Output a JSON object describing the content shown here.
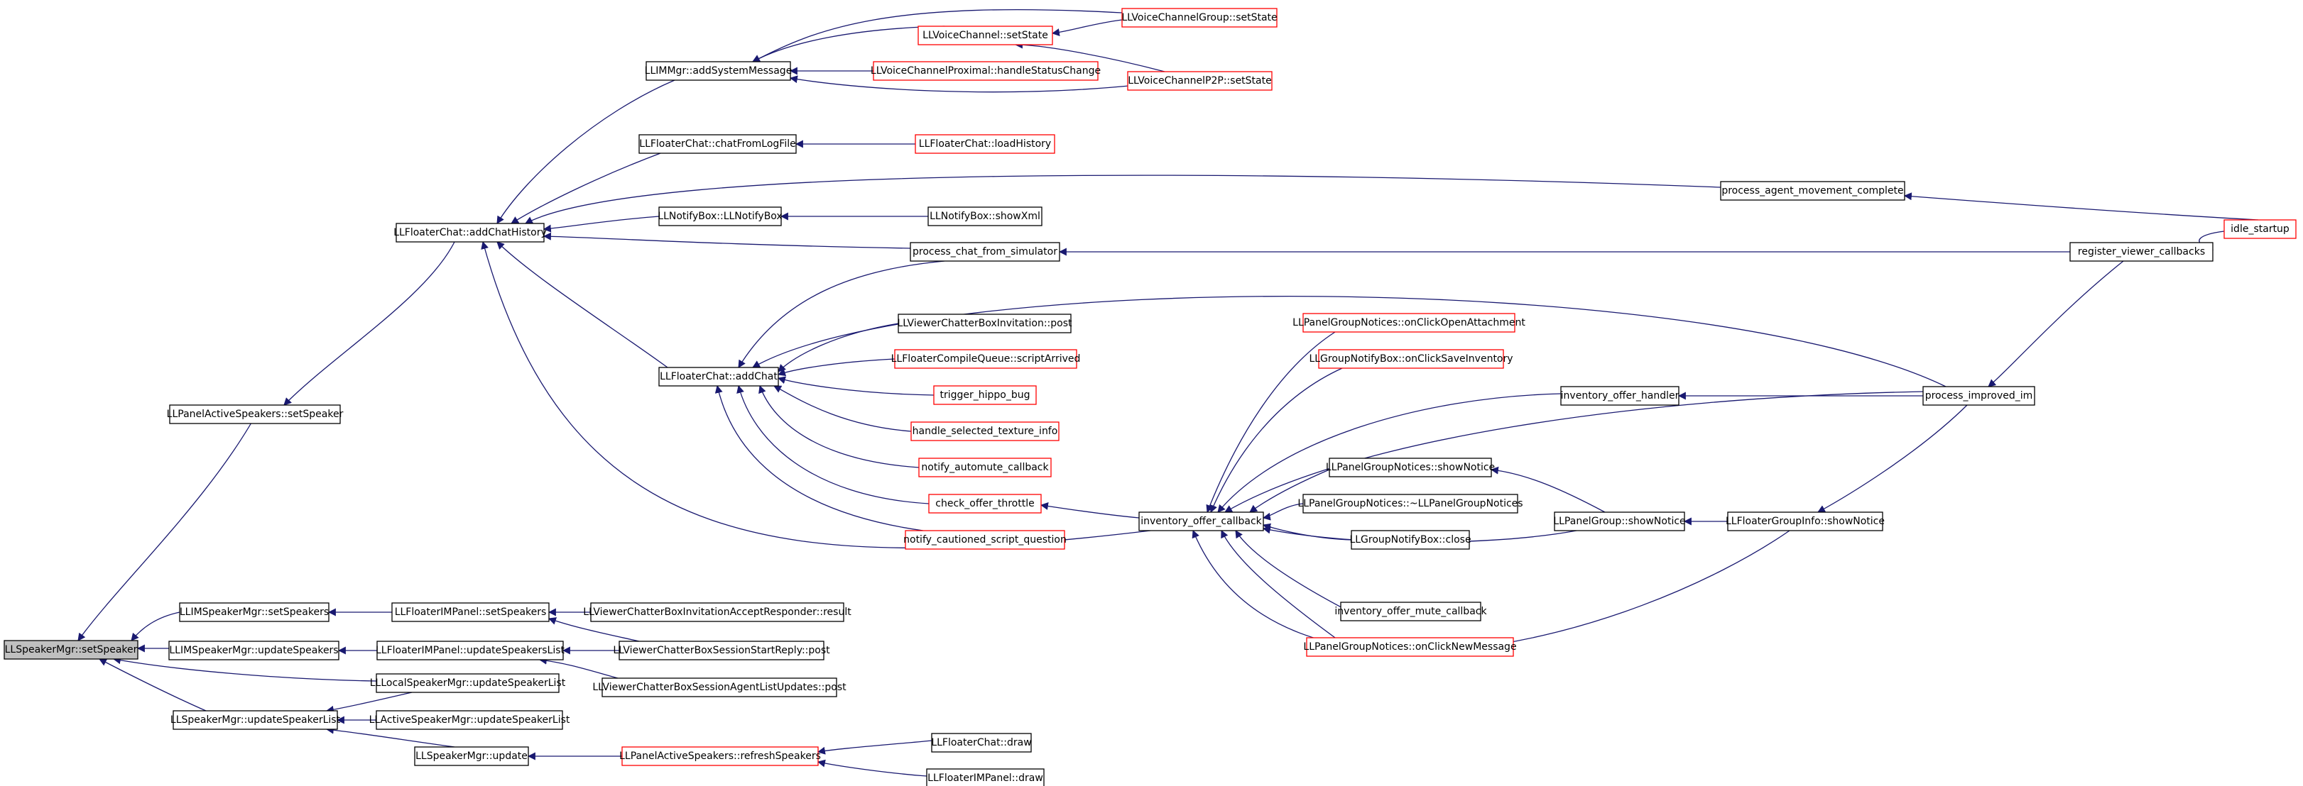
{
  "colors": {
    "edge": "#191970",
    "boundary": "#ff0000",
    "normal": "#000000",
    "root_fill": "#c0c0c0"
  },
  "nodes": [
    {
      "id": "root",
      "label": "LLSpeakerMgr::setSpeaker",
      "status": "root"
    },
    {
      "id": "pas",
      "label": "LLPanelActiveSpeakers::setSpeaker",
      "status": "normal"
    },
    {
      "id": "imsSet",
      "label": "LLIMSpeakerMgr::setSpeakers",
      "status": "normal"
    },
    {
      "id": "imsUpd",
      "label": "LLIMSpeakerMgr::updateSpeakers",
      "status": "normal"
    },
    {
      "id": "lsmUpd",
      "label": "LLLocalSpeakerMgr::updateSpeakerList",
      "status": "normal"
    },
    {
      "id": "smUpd",
      "label": "LLSpeakerMgr::updateSpeakerList",
      "status": "normal"
    },
    {
      "id": "asmUpd",
      "label": "LLActiveSpeakerMgr::updateSpeakerList",
      "status": "normal"
    },
    {
      "id": "smUpdate",
      "label": "LLSpeakerMgr::update",
      "status": "normal"
    },
    {
      "id": "pasRefresh",
      "label": "LLPanelActiveSpeakers::refreshSpeakers",
      "status": "boundary"
    },
    {
      "id": "fcDraw",
      "label": "LLFloaterChat::draw",
      "status": "normal"
    },
    {
      "id": "fimDraw",
      "label": "LLFloaterIMPanel::draw",
      "status": "normal"
    },
    {
      "id": "fimSet",
      "label": "LLFloaterIMPanel::setSpeakers",
      "status": "normal"
    },
    {
      "id": "fimUpd",
      "label": "LLFloaterIMPanel::updateSpeakersList",
      "status": "normal"
    },
    {
      "id": "vcbAccept",
      "label": "LLViewerChatterBoxInvitationAcceptResponder::result",
      "status": "normal"
    },
    {
      "id": "vcbStart",
      "label": "LLViewerChatterBoxSessionStartReply::post",
      "status": "normal"
    },
    {
      "id": "vcbAgent",
      "label": "LLViewerChatterBoxSessionAgentListUpdates::post",
      "status": "normal"
    },
    {
      "id": "fcHist",
      "label": "LLFloaterChat::addChatHistory",
      "status": "normal"
    },
    {
      "id": "imAdd",
      "label": "LLIMMgr::addSystemMessage",
      "status": "normal"
    },
    {
      "id": "vcSet",
      "label": "LLVoiceChannel::setState",
      "status": "boundary"
    },
    {
      "id": "vcgSet",
      "label": "LLVoiceChannelGroup::setState",
      "status": "boundary"
    },
    {
      "id": "vcpHandle",
      "label": "LLVoiceChannelProximal::handleStatusChange",
      "status": "boundary"
    },
    {
      "id": "vcp2pSet",
      "label": "LLVoiceChannelP2P::setState",
      "status": "boundary"
    },
    {
      "id": "fcLog",
      "label": "LLFloaterChat::chatFromLogFile",
      "status": "normal"
    },
    {
      "id": "fcLoad",
      "label": "LLFloaterChat::loadHistory",
      "status": "boundary"
    },
    {
      "id": "pamc",
      "label": "process_agent_movement_complete",
      "status": "normal"
    },
    {
      "id": "idle",
      "label": "idle_startup",
      "status": "boundary"
    },
    {
      "id": "nbox",
      "label": "LLNotifyBox::LLNotifyBox",
      "status": "normal"
    },
    {
      "id": "nboxShow",
      "label": "LLNotifyBox::showXml",
      "status": "normal"
    },
    {
      "id": "pcfs",
      "label": "process_chat_from_simulator",
      "status": "normal"
    },
    {
      "id": "rvc",
      "label": "register_viewer_callbacks",
      "status": "normal"
    },
    {
      "id": "fcAdd",
      "label": "LLFloaterChat::addChat",
      "status": "normal"
    },
    {
      "id": "vcbInvPost",
      "label": "LLViewerChatterBoxInvitation::post",
      "status": "normal"
    },
    {
      "id": "fcqScript",
      "label": "LLFloaterCompileQueue::scriptArrived",
      "status": "boundary"
    },
    {
      "id": "hippo",
      "label": "trigger_hippo_bug",
      "status": "boundary"
    },
    {
      "id": "hsti",
      "label": "handle_selected_texture_info",
      "status": "boundary"
    },
    {
      "id": "nac",
      "label": "notify_automute_callback",
      "status": "boundary"
    },
    {
      "id": "cot",
      "label": "check_offer_throttle",
      "status": "boundary"
    },
    {
      "id": "ncsq",
      "label": "notify_cautioned_script_question",
      "status": "boundary"
    },
    {
      "id": "ioc",
      "label": "inventory_offer_callback",
      "status": "normal"
    },
    {
      "id": "pgnOpen",
      "label": "LLPanelGroupNotices::onClickOpenAttachment",
      "status": "boundary"
    },
    {
      "id": "gnbSave",
      "label": "LLGroupNotifyBox::onClickSaveInventory",
      "status": "boundary"
    },
    {
      "id": "ioh",
      "label": "inventory_offer_handler",
      "status": "normal"
    },
    {
      "id": "pim",
      "label": "process_improved_im",
      "status": "normal"
    },
    {
      "id": "pgnShow",
      "label": "LLPanelGroupNotices::showNotice",
      "status": "normal"
    },
    {
      "id": "pgnDtor",
      "label": "LLPanelGroupNotices::~LLPanelGroupNotices",
      "status": "normal"
    },
    {
      "id": "pgShow",
      "label": "LLPanelGroup::showNotice",
      "status": "normal"
    },
    {
      "id": "fgiShow",
      "label": "LLFloaterGroupInfo::showNotice",
      "status": "normal"
    },
    {
      "id": "gnbClose",
      "label": "LLGroupNotifyBox::close",
      "status": "normal"
    },
    {
      "id": "iomc",
      "label": "inventory_offer_mute_callback",
      "status": "normal"
    },
    {
      "id": "pgnNew",
      "label": "LLPanelGroupNotices::onClickNewMessage",
      "status": "boundary"
    }
  ],
  "edges": [
    {
      "from": "pas",
      "to": "root"
    },
    {
      "from": "imsSet",
      "to": "root"
    },
    {
      "from": "imsUpd",
      "to": "root"
    },
    {
      "from": "lsmUpd",
      "to": "root"
    },
    {
      "from": "smUpd",
      "to": "root"
    },
    {
      "from": "fcHist",
      "to": "pas"
    },
    {
      "from": "fimSet",
      "to": "imsSet"
    },
    {
      "from": "fimUpd",
      "to": "imsUpd"
    },
    {
      "from": "asmUpd",
      "to": "smUpd"
    },
    {
      "from": "lsmUpd",
      "to": "smUpd"
    },
    {
      "from": "smUpdate",
      "to": "smUpd"
    },
    {
      "from": "pasRefresh",
      "to": "smUpdate"
    },
    {
      "from": "fcDraw",
      "to": "pasRefresh"
    },
    {
      "from": "fimDraw",
      "to": "pasRefresh"
    },
    {
      "from": "vcbAccept",
      "to": "fimSet"
    },
    {
      "from": "vcbStart",
      "to": "fimSet"
    },
    {
      "from": "vcbStart",
      "to": "fimUpd"
    },
    {
      "from": "vcbAgent",
      "to": "fimUpd"
    },
    {
      "from": "imAdd",
      "to": "fcHist"
    },
    {
      "from": "fcLog",
      "to": "fcHist"
    },
    {
      "from": "pamc",
      "to": "fcHist"
    },
    {
      "from": "nbox",
      "to": "fcHist"
    },
    {
      "from": "pcfs",
      "to": "fcHist"
    },
    {
      "from": "fcAdd",
      "to": "fcHist"
    },
    {
      "from": "ioc",
      "to": "fcHist"
    },
    {
      "from": "vcSet",
      "to": "imAdd"
    },
    {
      "from": "vcpHandle",
      "to": "imAdd"
    },
    {
      "from": "vcp2pSet",
      "to": "imAdd"
    },
    {
      "from": "vcgSet",
      "to": "imAdd"
    },
    {
      "from": "vcgSet",
      "to": "vcSet"
    },
    {
      "from": "vcp2pSet",
      "to": "vcSet"
    },
    {
      "from": "fcLoad",
      "to": "fcLog"
    },
    {
      "from": "idle",
      "to": "pamc"
    },
    {
      "from": "idle",
      "to": "rvc"
    },
    {
      "from": "nboxShow",
      "to": "nbox"
    },
    {
      "from": "rvc",
      "to": "pcfs"
    },
    {
      "from": "rvc",
      "to": "pim"
    },
    {
      "from": "pcfs",
      "to": "fcAdd"
    },
    {
      "from": "vcbInvPost",
      "to": "fcAdd"
    },
    {
      "from": "fcqScript",
      "to": "fcAdd"
    },
    {
      "from": "hippo",
      "to": "fcAdd"
    },
    {
      "from": "hsti",
      "to": "fcAdd"
    },
    {
      "from": "nac",
      "to": "fcAdd"
    },
    {
      "from": "cot",
      "to": "fcAdd"
    },
    {
      "from": "ncsq",
      "to": "fcAdd"
    },
    {
      "from": "pim",
      "to": "fcAdd"
    },
    {
      "from": "ioc",
      "to": "cot"
    },
    {
      "from": "pgnOpen",
      "to": "ioc"
    },
    {
      "from": "gnbSave",
      "to": "ioc"
    },
    {
      "from": "ioh",
      "to": "ioc"
    },
    {
      "from": "pim",
      "to": "ioc"
    },
    {
      "from": "pgnShow",
      "to": "ioc"
    },
    {
      "from": "pgnDtor",
      "to": "ioc"
    },
    {
      "from": "gnbClose",
      "to": "ioc"
    },
    {
      "from": "pgShow",
      "to": "ioc"
    },
    {
      "from": "iomc",
      "to": "ioc"
    },
    {
      "from": "pgnNew",
      "to": "ioc"
    },
    {
      "from": "fgiShow",
      "to": "ioc"
    },
    {
      "from": "pim",
      "to": "ioh"
    },
    {
      "from": "pgShow",
      "to": "pgnShow"
    },
    {
      "from": "fgiShow",
      "to": "pgShow"
    },
    {
      "from": "pim",
      "to": "fgiShow"
    }
  ]
}
